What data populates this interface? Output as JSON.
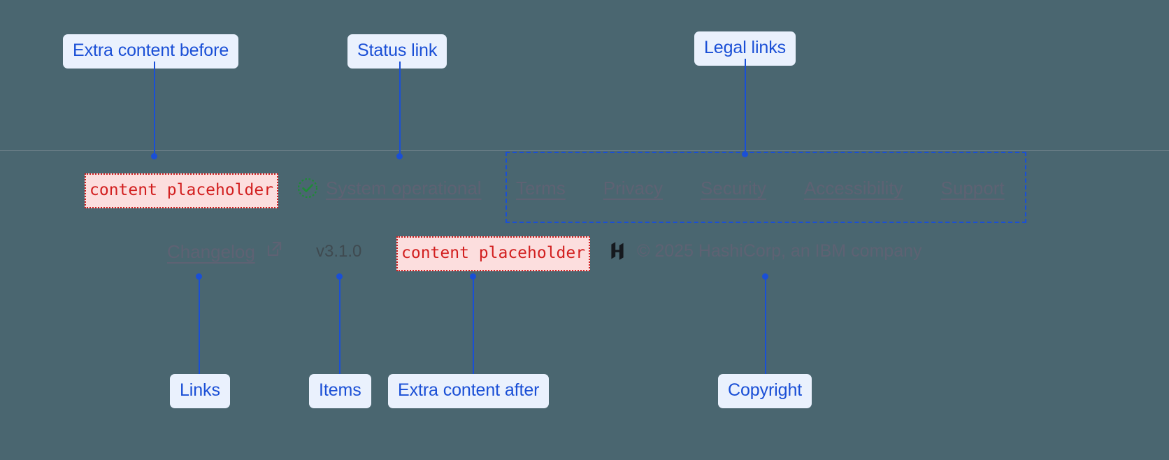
{
  "theme": {
    "background": "#4a6670",
    "annotation_accent": "#1a4fd6",
    "annotation_pill_bg": "#eaf1fd",
    "placeholder_text": "#d21f1f",
    "placeholder_bg": "#fcdede",
    "footer_link": "#5e6273",
    "status_ok": "#1f8a38"
  },
  "annotations": [
    {
      "id": "extra-before",
      "label": "Extra content before"
    },
    {
      "id": "status-link",
      "label": "Status link"
    },
    {
      "id": "legal-links",
      "label": "Legal links"
    },
    {
      "id": "links",
      "label": "Links"
    },
    {
      "id": "items",
      "label": "Items"
    },
    {
      "id": "extra-after",
      "label": "Extra content after"
    },
    {
      "id": "copyright",
      "label": "Copyright"
    }
  ],
  "footer": {
    "extra_before": {
      "text": "content placeholder"
    },
    "status": {
      "icon": "check-circle-icon",
      "label": "System operational"
    },
    "legal_links": [
      {
        "label": "Terms"
      },
      {
        "label": "Privacy"
      },
      {
        "label": "Security"
      },
      {
        "label": "Accessibility"
      },
      {
        "label": "Support"
      }
    ],
    "links": [
      {
        "label": "Changelog",
        "icon": "external-link-icon"
      }
    ],
    "items": [
      {
        "label": "v3.1.0"
      }
    ],
    "extra_after": {
      "text": "content placeholder"
    },
    "copyright": {
      "logo": "hashicorp-logo",
      "text": "© 2025 HashiCorp, an IBM company"
    }
  }
}
